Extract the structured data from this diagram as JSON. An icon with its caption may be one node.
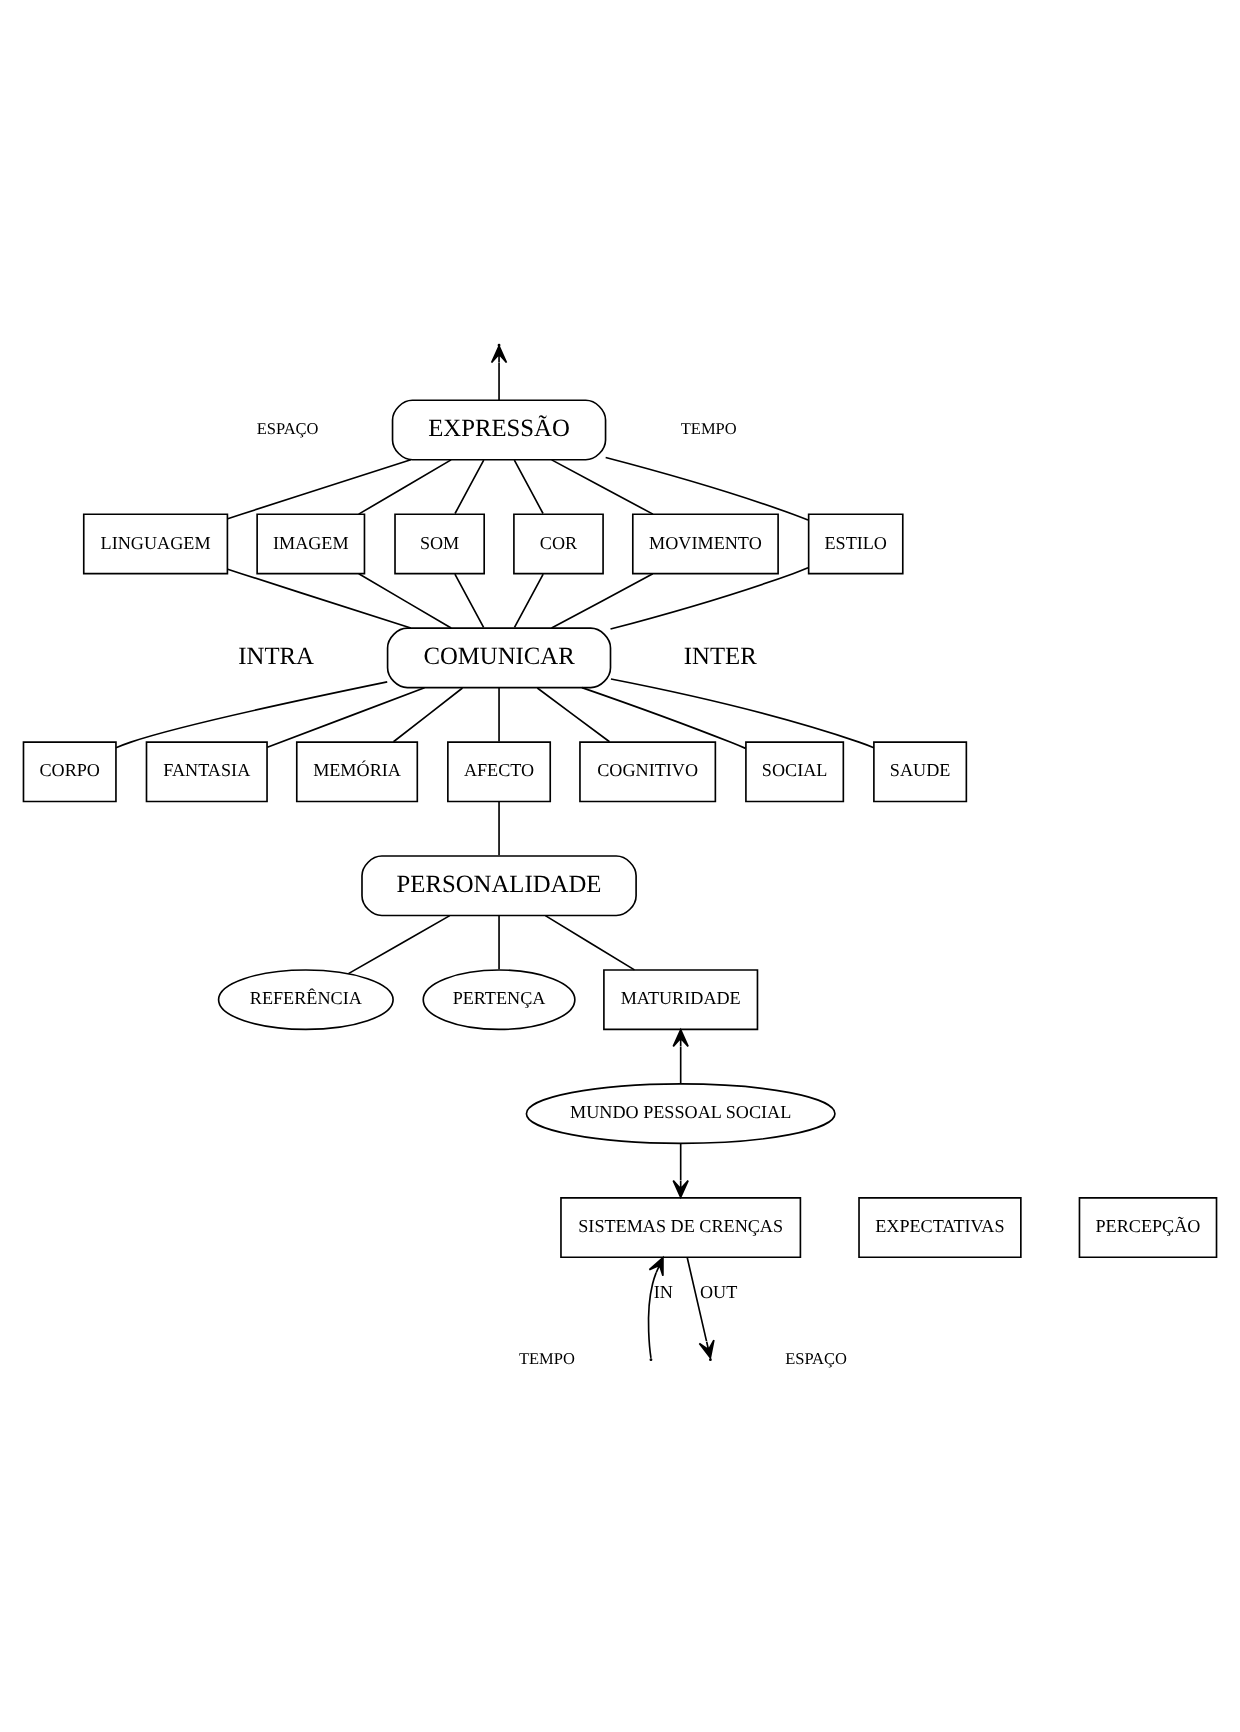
{
  "diagram": {
    "nodes": [
      {
        "text": [
          "EXPRESSÃO"
        ]
      },
      {
        "text": [
          "LINGUAGEM"
        ]
      },
      {
        "text": [
          "IMAGEM"
        ]
      },
      {
        "text": [
          "SOM"
        ]
      },
      {
        "text": [
          "COR"
        ]
      },
      {
        "text": [
          "MOVIMENTO"
        ]
      },
      {
        "text": [
          "ESTILO"
        ]
      },
      {
        "text": [
          "COMUNICAR"
        ]
      },
      {
        "text": [
          "CORPO"
        ]
      },
      {
        "text": [
          "FANTASIA"
        ]
      },
      {
        "text": [
          "MEMÓRIA"
        ]
      },
      {
        "text": [
          "AFECTO"
        ]
      },
      {
        "text": [
          "COGNITIVO"
        ]
      },
      {
        "text": [
          "SOCIAL"
        ]
      },
      {
        "text": [
          "SAUDE"
        ]
      },
      {
        "text": [
          "PERSONALIDADE"
        ]
      },
      {
        "text": [
          "REFERÊNCIA"
        ]
      },
      {
        "text": [
          "PERTENÇA"
        ]
      },
      {
        "text": [
          "MATURIDADE"
        ]
      },
      {
        "text": [
          "MUNDO PESSOAL SOCIAL"
        ]
      },
      {
        "text": [
          "SISTEMAS DE CRENÇAS"
        ]
      },
      {
        "text": [
          "EXPECTATIVAS"
        ]
      },
      {
        "text": [
          "PERCEPÇÃO"
        ]
      }
    ],
    "edges": [
      {
        "from": 0,
        "to": null,
        "arrow": "to"
      },
      {
        "from": 0,
        "to": 1,
        "arrow": "none"
      },
      {
        "from": 0,
        "to": 2,
        "arrow": "none"
      },
      {
        "from": 0,
        "to": 3,
        "arrow": "none"
      },
      {
        "from": 0,
        "to": 4,
        "arrow": "none"
      },
      {
        "from": 0,
        "to": 5,
        "arrow": "none"
      },
      {
        "from": 0,
        "to": 6,
        "arrow": "none"
      },
      {
        "from": 1,
        "to": 7,
        "arrow": "none"
      },
      {
        "from": 2,
        "to": 7,
        "arrow": "none"
      },
      {
        "from": 3,
        "to": 7,
        "arrow": "none"
      },
      {
        "from": 4,
        "to": 7,
        "arrow": "none"
      },
      {
        "from": 5,
        "to": 7,
        "arrow": "none"
      },
      {
        "from": 6,
        "to": 7,
        "arrow": "none"
      },
      {
        "from": 7,
        "to": 8,
        "arrow": "none"
      },
      {
        "from": 7,
        "to": 9,
        "arrow": "none"
      },
      {
        "from": 7,
        "to": 10,
        "arrow": "none"
      },
      {
        "from": 7,
        "to": 11,
        "arrow": "none"
      },
      {
        "from": 7,
        "to": 12,
        "arrow": "none"
      },
      {
        "from": 7,
        "to": 13,
        "arrow": "none"
      },
      {
        "from": 7,
        "to": 14,
        "arrow": "none"
      },
      {
        "from": 11,
        "to": 15,
        "arrow": "none"
      },
      {
        "from": 15,
        "to": 16,
        "arrow": "none"
      },
      {
        "from": 15,
        "to": 17,
        "arrow": "none"
      },
      {
        "from": 15,
        "to": 18,
        "arrow": "none"
      },
      {
        "from": 19,
        "to": 18,
        "arrow": "to"
      },
      {
        "from": 19,
        "to": 20,
        "arrow": "to"
      },
      {
        "from": null,
        "to": 20,
        "arrow": "to",
        "label": "IN"
      },
      {
        "from": 20,
        "to": null,
        "arrow": "to",
        "label": "OUT"
      }
    ],
    "labels": [
      "ESPAÇO",
      "TEMPO",
      "INTRA",
      "INTER",
      "TEMPO",
      "ESPAÇO"
    ]
  }
}
